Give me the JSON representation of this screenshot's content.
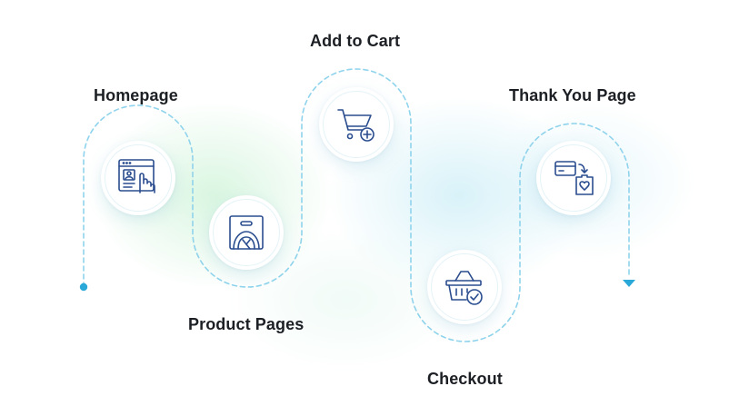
{
  "steps": [
    {
      "label": "Homepage",
      "icon": "web-page-pointer-icon"
    },
    {
      "label": "Product Pages",
      "icon": "shopping-bag-icon"
    },
    {
      "label": "Add to Cart",
      "icon": "cart-plus-icon"
    },
    {
      "label": "Checkout",
      "icon": "basket-check-icon"
    },
    {
      "label": "Thank You Page",
      "icon": "card-to-bag-heart-icon"
    }
  ],
  "colors": {
    "path": "#8fd3ec",
    "start_dot": "#2aa8d8",
    "end_arrow": "#2aa8d8",
    "icon_stroke": "#2a4d8f",
    "label_text": "#1c1f24"
  }
}
